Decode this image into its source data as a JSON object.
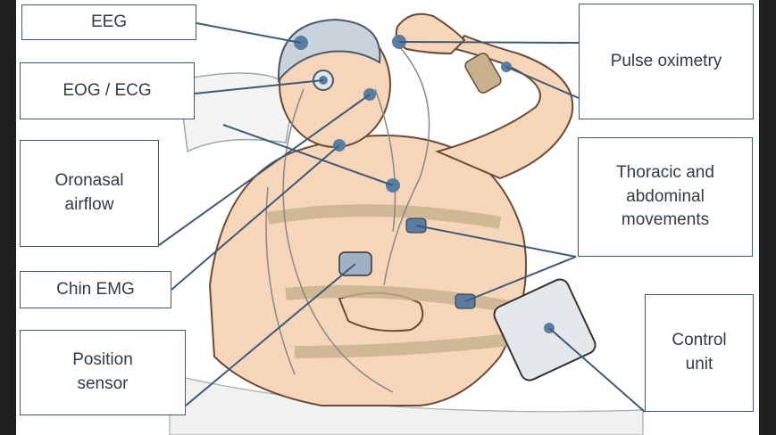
{
  "labels": {
    "eeg": "EEG",
    "eog_ecg": "EOG / ECG",
    "oronasal": "Oronasal\nairflow",
    "chin_emg": "Chin EMG",
    "position": "Position\nsensor",
    "pulse_ox": "Pulse oximetry",
    "thoracic": "Thoracic and\nabdominal\nmovements",
    "control": "Control\nunit"
  },
  "colors": {
    "leader_line": "#3d5a7a",
    "box_border": "#3d5a7a",
    "sensor_fill": "#5a7ea3",
    "skin": "#f6d6b8",
    "skin_shadow": "#e8b48e",
    "cap": "#c9d3dc"
  }
}
